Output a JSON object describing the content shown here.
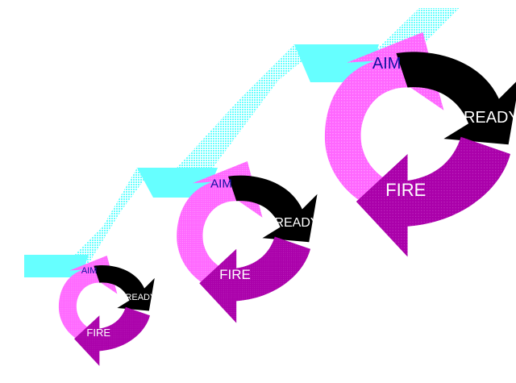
{
  "cycles": [
    {
      "id": "small",
      "labels": {
        "aim": "AIM",
        "ready": "READY",
        "fire": "FIRE"
      }
    },
    {
      "id": "medium",
      "labels": {
        "aim": "AIM",
        "ready": "READY",
        "fire": "FIRE"
      }
    },
    {
      "id": "large",
      "labels": {
        "aim": "AIM",
        "ready": "READY",
        "fire": "FIRE"
      }
    }
  ],
  "colors": {
    "aim": "#ff55ff",
    "ready": "#000000",
    "fire": "#aa00aa",
    "staircase": "#66ffff",
    "aim_text": "#1010a0",
    "ready_text": "#ffffff",
    "fire_text": "#ffffff"
  }
}
